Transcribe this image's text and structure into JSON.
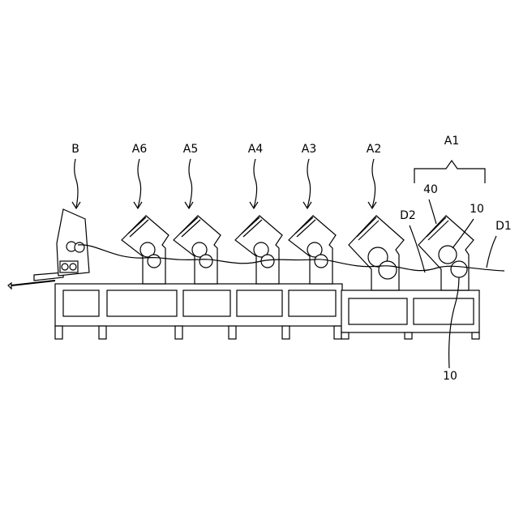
{
  "diagram": {
    "units": [
      {
        "id": "B",
        "label": "B"
      },
      {
        "id": "A6",
        "label": "A6"
      },
      {
        "id": "A5",
        "label": "A5"
      },
      {
        "id": "A4",
        "label": "A4"
      },
      {
        "id": "A3",
        "label": "A3"
      },
      {
        "id": "A2",
        "label": "A2"
      },
      {
        "id": "A1",
        "label": "A1"
      }
    ],
    "callouts": {
      "housing": "40",
      "roller_upper": "10",
      "roller_lower": "10",
      "sheet_in": "D1",
      "sheet_between": "D2"
    }
  }
}
